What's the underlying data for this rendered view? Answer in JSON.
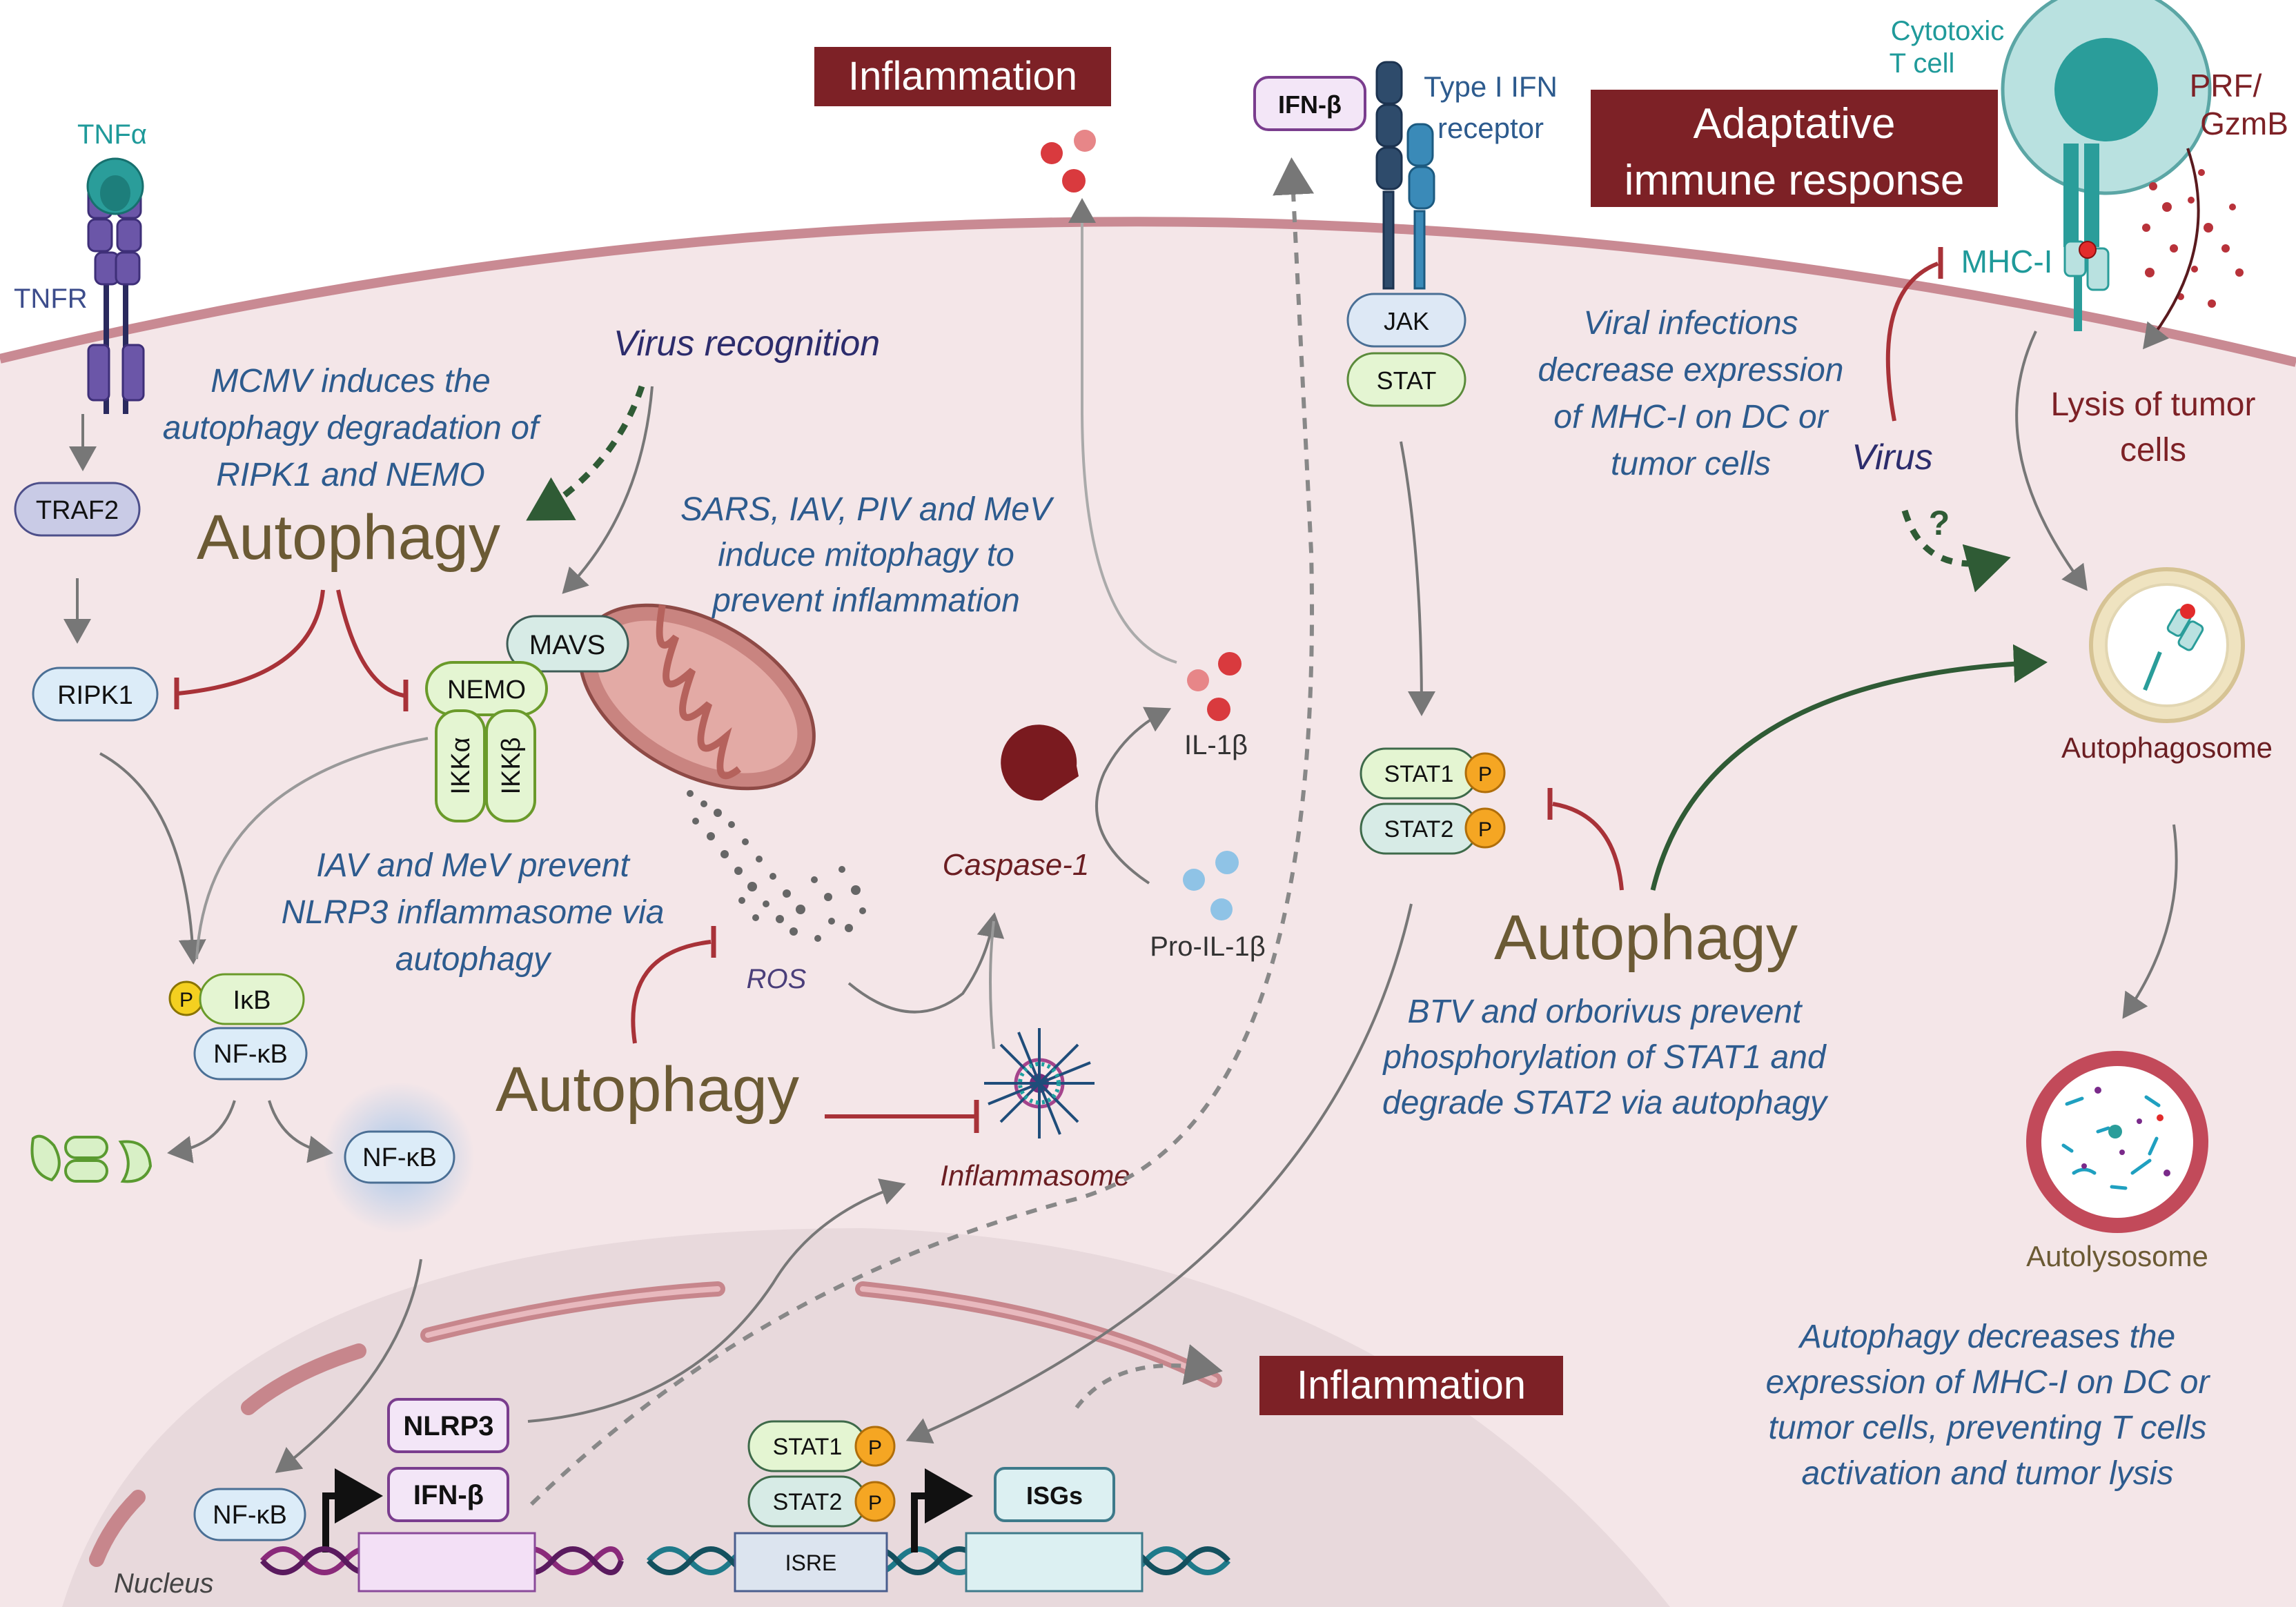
{
  "colors": {
    "cell_fill": "#f4e6e8",
    "membrane": "#c98a93",
    "nucleus_fill": "#e8d9dc",
    "nuclear_envelope": "#c7868c",
    "blue_text": "#2d5b8e",
    "autophagy_text": "#6b5a34",
    "dark_red": "#8b2128",
    "teal": "#1f9a9a",
    "green_arrow": "#2f5b35",
    "gray_arrow": "#7a7a7a"
  },
  "receptors": {
    "tnfa": "TNFα",
    "tnfr": "TNFR",
    "type1_ifn_receptor": [
      "Type I IFN",
      "receptor"
    ],
    "cytotoxic_t_cell": [
      "Cytotoxic",
      "T cell"
    ],
    "prf_gzmb": [
      "PRF/",
      "GzmB"
    ],
    "mhc1": "MHC-I"
  },
  "proteins": {
    "traf2": "TRAF2",
    "ripk1": "RIPK1",
    "mavs": "MAVS",
    "nemo": "NEMO",
    "ikka": "IKKα",
    "ikkb": "IKKβ",
    "p": "P",
    "ikb": "IκB",
    "nfkb": "NF-κB",
    "nfkb_free": "NF-κB",
    "nfkb_nuclear": "NF-κB",
    "jak": "JAK",
    "stat": "STAT",
    "stat1": "STAT1",
    "stat2": "STAT2",
    "ifnb_out": "IFN-β",
    "nlrp3": "NLRP3",
    "ifnb_gene": "IFN-β",
    "isgs": "ISGs",
    "isre": "ISRE"
  },
  "labels": {
    "inflammation_top": "Inflammation",
    "inflammation_bottom": "Inflammation",
    "adaptive": [
      "Adaptative",
      "immune response"
    ],
    "autophagy_1": "Autophagy",
    "autophagy_2": "Autophagy",
    "autophagy_3": "Autophagy",
    "virus_recognition": "Virus recognition",
    "virus": "Virus",
    "question": "?",
    "il1b": "IL-1β",
    "pro_il1b": "Pro-IL-1β",
    "caspase1": "Caspase-1",
    "ros": "ROS",
    "inflammasome": "Inflammasome",
    "lysis": [
      "Lysis of tumor",
      "cells"
    ],
    "autophagosome": "Autophagosome",
    "autolysosome": "Autolysosome",
    "nucleus": "Nucleus"
  },
  "notes": {
    "mcmv": [
      "MCMV induces the",
      "autophagy degradation of",
      "RIPK1 and NEMO"
    ],
    "mitophagy": [
      "SARS, IAV,  PIV and MeV",
      "induce mitophagy to",
      "prevent inflammation"
    ],
    "nlrp3": [
      "IAV and MeV prevent",
      "NLRP3 inflammasome via",
      "autophagy"
    ],
    "viral_mhc": [
      "Viral infections",
      "decrease expression",
      "of MHC-I on DC or",
      "tumor cells"
    ],
    "btv": [
      "BTV and orborivus prevent",
      "phosphorylation of STAT1 and",
      "degrade STAT2 via autophagy"
    ],
    "mhc_autophagy": [
      "Autophagy decreases the",
      "expression of MHC-I on DC or",
      "tumor cells, preventing T cells",
      "activation and tumor lysis"
    ]
  }
}
